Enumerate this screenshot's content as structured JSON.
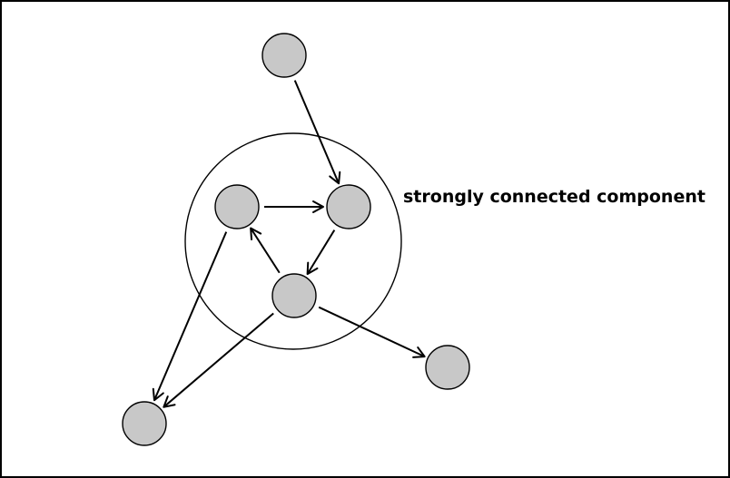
{
  "diagram": {
    "label": "strongly connected component",
    "colors": {
      "node_fill": "#c8c8c8",
      "stroke": "#000000",
      "background": "#ffffff"
    },
    "nodes": [
      {
        "id": "source-node"
      },
      {
        "id": "scc-left-node"
      },
      {
        "id": "scc-right-node"
      },
      {
        "id": "scc-bottom-node"
      },
      {
        "id": "right-sink-node"
      },
      {
        "id": "left-sink-node"
      }
    ],
    "edges": [
      {
        "from": "source-node",
        "to": "scc-right-node"
      },
      {
        "from": "scc-left-node",
        "to": "scc-right-node"
      },
      {
        "from": "scc-right-node",
        "to": "scc-bottom-node"
      },
      {
        "from": "scc-bottom-node",
        "to": "scc-left-node"
      },
      {
        "from": "scc-bottom-node",
        "to": "right-sink-node"
      },
      {
        "from": "scc-left-node",
        "to": "left-sink-node"
      },
      {
        "from": "scc-bottom-node",
        "to": "left-sink-node"
      }
    ]
  }
}
